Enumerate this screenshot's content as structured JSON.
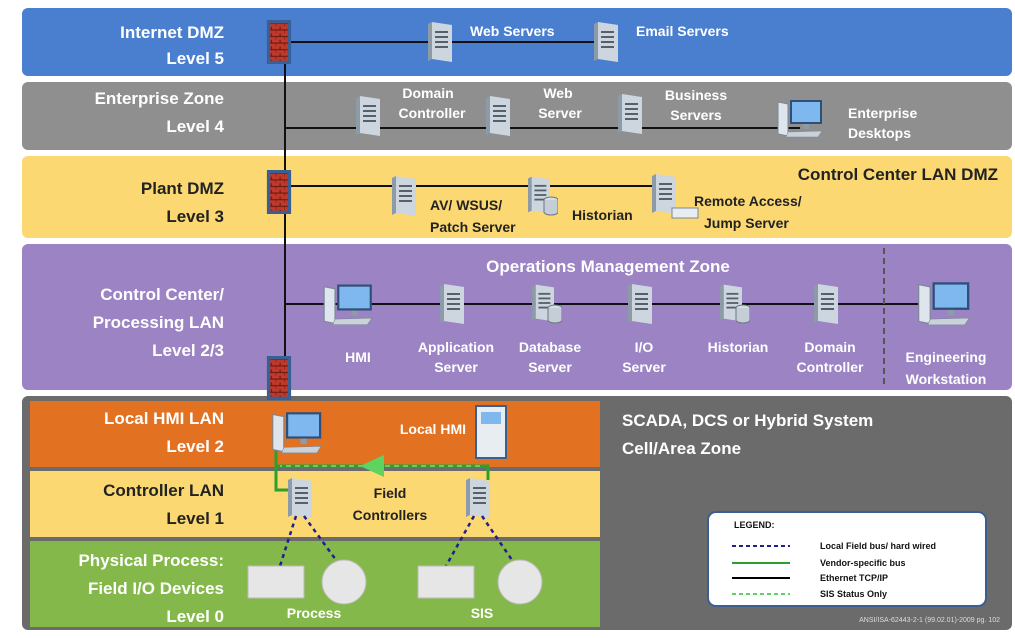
{
  "zones": {
    "level5": {
      "name": "Internet DMZ",
      "level": "Level 5",
      "color": "#4a7fd0"
    },
    "level4": {
      "name": "Enterprise Zone",
      "level": "Level 4",
      "color": "#8f8f8f"
    },
    "level3": {
      "name": "Plant DMZ",
      "level": "Level 3",
      "color": "#fbd872",
      "title": "Control Center LAN DMZ"
    },
    "level23": {
      "name_line1": "Control Center/",
      "name_line2": "Processing LAN",
      "level": "Level 2/3",
      "color": "#9b83c4",
      "title": "Operations Management Zone"
    },
    "cell": {
      "title_line1": "SCADA, DCS or Hybrid System",
      "title_line2": "Cell/Area Zone",
      "color": "#6b6b6b"
    },
    "level2": {
      "name": "Local HMI LAN",
      "level": "Level 2",
      "color": "#e27122"
    },
    "level1": {
      "name": "Controller LAN",
      "level": "Level 1",
      "color": "#fbd872"
    },
    "level0": {
      "line1": "Physical Process:",
      "line2": "Field I/O Devices",
      "level": "Level 0",
      "color": "#84b84a"
    }
  },
  "devices": {
    "web_servers": "Web Servers",
    "email_servers": "Email Servers",
    "domain_controller_l4": [
      "Domain",
      "Controller"
    ],
    "web_server_l4": [
      "Web",
      "Server"
    ],
    "business_servers": [
      "Business",
      "Servers"
    ],
    "enterprise_desktops": [
      "Enterprise",
      "Desktops"
    ],
    "av_wsus": [
      "AV/ WSUS/",
      "Patch Server"
    ],
    "historian_l3": "Historian",
    "remote_access": [
      "Remote Access/",
      "Jump Server"
    ],
    "hmi": "HMI",
    "application_server": [
      "Application",
      "Server"
    ],
    "database_server": [
      "Database",
      "Server"
    ],
    "io_server": [
      "I/O",
      "Server"
    ],
    "historian_l23": "Historian",
    "domain_controller_l23": [
      "Domain",
      "Controller"
    ],
    "engineering_workstation": [
      "Engineering",
      "Workstation"
    ],
    "local_hmi": "Local HMI",
    "field_controllers": [
      "Field",
      "Controllers"
    ],
    "process": "Process",
    "sis": "SIS"
  },
  "legend": {
    "title": "LEGEND:",
    "items": [
      {
        "label": "Local Field bus/ hard wired",
        "style": "dashed",
        "color": "#1f1f8f"
      },
      {
        "label": "Vendor-specific bus",
        "style": "solid",
        "color": "#2ca02c"
      },
      {
        "label": "Ethernet TCP/IP",
        "style": "solid",
        "color": "#000000"
      },
      {
        "label": "SIS Status Only",
        "style": "dashed",
        "color": "#5fd35f"
      }
    ]
  },
  "footer": "ANSI/ISA-62443-2-1 (99.02.01)-2009 pg. 102",
  "colors": {
    "firewall_brick": "#c0392b",
    "firewall_frame": "#4a6fa5",
    "server_body": "#e8edf2",
    "ethernet": "#111111",
    "vendor_bus": "#2ca02c",
    "sis_status": "#5fd35f",
    "fieldbus": "#1f1f8f"
  }
}
